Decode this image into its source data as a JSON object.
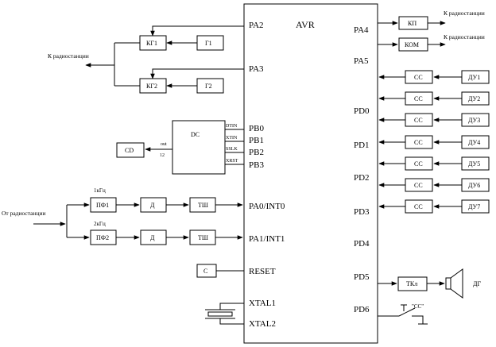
{
  "mcu": {
    "name": "AVR",
    "left_pins": {
      "pa2": "PA2",
      "pa3": "PA3",
      "pb0": "PB0",
      "pb1": "PB1",
      "pb2": "PB2",
      "pb3": "PB3",
      "pa0": "PA0/INT0",
      "pa1": "PA1/INT1",
      "reset": "RESET",
      "xtal1": "XTAL1",
      "xtal2": "XTAL2"
    },
    "right_pins": {
      "pa4": "PA4",
      "pa5": "PA5",
      "pd0": "PD0",
      "pd1": "PD1",
      "pd2": "PD2",
      "pd3": "PD3",
      "pd4": "PD4",
      "pd5": "PD5",
      "pd6": "PD6"
    }
  },
  "left_blocks": {
    "kg1": "КГ1",
    "g1": "Г1",
    "kg2": "КГ2",
    "g2": "Г2",
    "to_radio": "К радиостанции",
    "dc": "DC",
    "cd": "CD",
    "dc_pins": [
      "DTIN",
      "XTIN",
      "SSLK",
      "XRST"
    ],
    "dc_out": "out",
    "dc_out2": "12",
    "from_radio": "От радиостанции",
    "pf1": "ПФ1",
    "pf1_freq": "1кГц",
    "d1": "Д",
    "tsh1": "ТШ",
    "pf2": "ПФ2",
    "pf2_freq": "2кГц",
    "d2": "Д",
    "tsh2": "ТШ",
    "c": "C"
  },
  "right_blocks": {
    "kp": "КП",
    "kom": "КОМ",
    "to_radio_1": "К радиостанции",
    "to_radio_2": "К радиостанции",
    "cc": [
      "СС",
      "СС",
      "СС",
      "СС",
      "СС",
      "СС",
      "СС"
    ],
    "du": [
      "ДУ1",
      "ДУ2",
      "ДУ3",
      "ДУ4",
      "ДУ5",
      "ДУ6",
      "ДУ7"
    ],
    "tkl": "ТКл",
    "dg": "ДГ",
    "cc_switch": "\"СС\""
  }
}
